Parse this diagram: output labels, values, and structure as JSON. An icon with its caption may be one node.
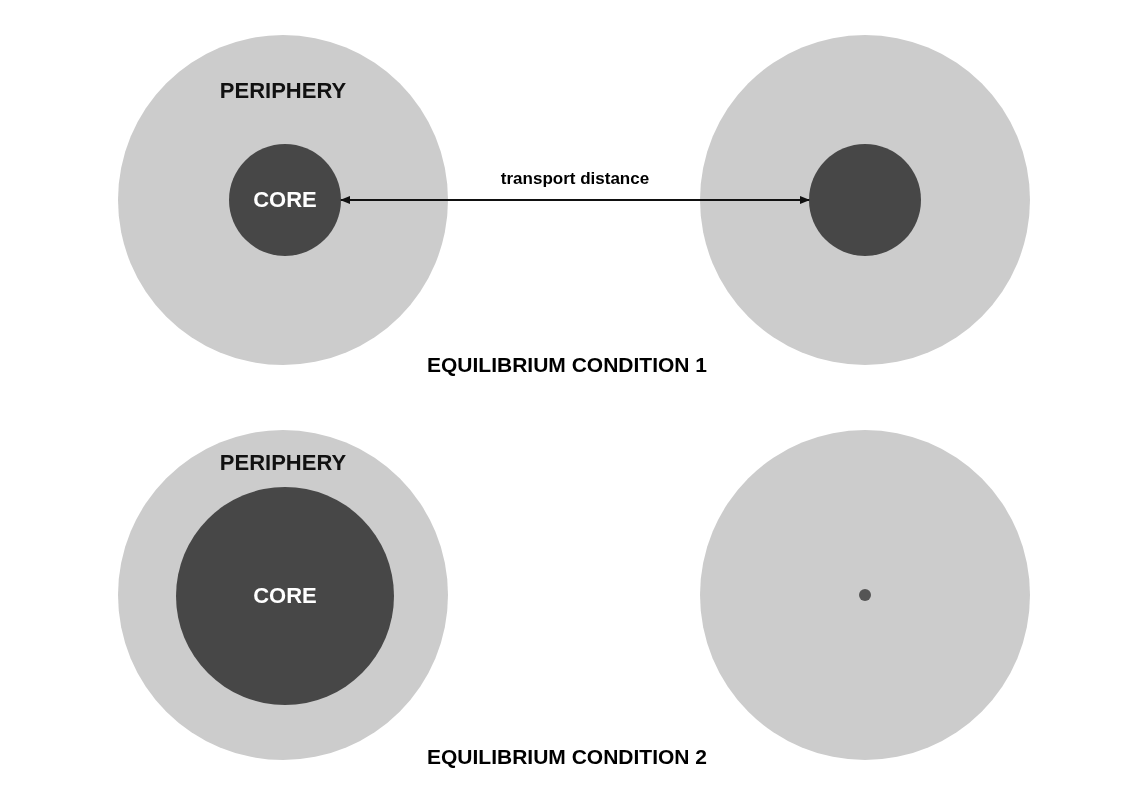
{
  "diagram": {
    "nodes": [
      {
        "text": [
          "PERIPHERY"
        ]
      },
      {
        "text": [
          "CORE"
        ],
        "in": 0
      },
      {
        "text": [],
        "shape": "circle"
      },
      {
        "text": [],
        "shape": "circle",
        "in": 2
      },
      {
        "text": [
          "PERIPHERY"
        ]
      },
      {
        "text": [
          "CORE"
        ],
        "in": 4
      },
      {
        "text": [],
        "shape": "circle"
      },
      {
        "text": [],
        "shape": "circle",
        "in": 6
      }
    ],
    "edges": [
      {
        "from": 1,
        "to": 3,
        "arrow": "both",
        "label": "transport distance"
      }
    ],
    "labels": [
      "EQUILIBRIUM CONDITION 1",
      "EQUILIBRIUM CONDITION 2"
    ]
  }
}
